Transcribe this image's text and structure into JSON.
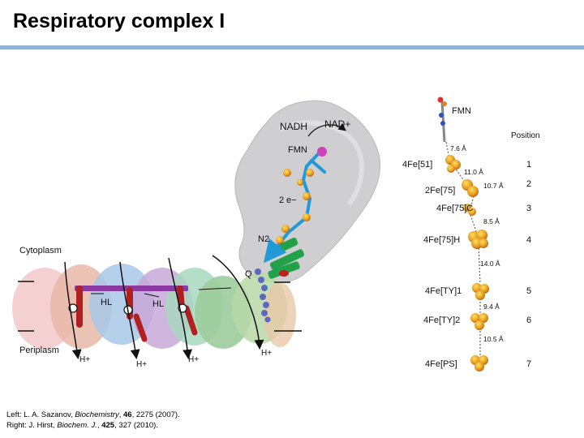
{
  "slide": {
    "title": "Respiratory complex I"
  },
  "left_figure": {
    "labels": {
      "nadh": "NADH",
      "nad_plus": "NAD+",
      "fmn": "FMN",
      "two_electrons": "2 e−",
      "n2": "N2",
      "q": "Q",
      "cytoplasm": "Cytoplasm",
      "periplasm": "Periplasm",
      "hl_left": "HL",
      "hl_right": "HL",
      "proton": "H+"
    }
  },
  "right_figure": {
    "fmn_label": "FMN",
    "position_header": "Position",
    "clusters": [
      {
        "name": "4Fe[51]",
        "position": "1"
      },
      {
        "name": "2Fe[75]",
        "position": "2"
      },
      {
        "name": "4Fe[75]C",
        "position": "3"
      },
      {
        "name": "4Fe[75]H",
        "position": "4"
      },
      {
        "name": "4Fe[TY]1",
        "position": "5"
      },
      {
        "name": "4Fe[TY]2",
        "position": "6"
      },
      {
        "name": "4Fe[PS]",
        "position": "7"
      }
    ],
    "distances": [
      "7.6 Å",
      "11.0 Å",
      "10.7 Å",
      "8.5 Å",
      "14.0 Å",
      "9.4 Å",
      "10.5 Å"
    ]
  },
  "credits": {
    "left_prefix": "Left: L. A. Sazanov, ",
    "left_journal": "Biochemistry",
    "left_sep1": ", ",
    "left_volume": "46",
    "left_rest": ", 2275 (2007).",
    "right_prefix": "Right: J. Hirst, ",
    "right_journal": "Biochem. J.",
    "right_sep1": ", ",
    "right_volume": "425",
    "right_rest": ", 327 (2010)."
  }
}
